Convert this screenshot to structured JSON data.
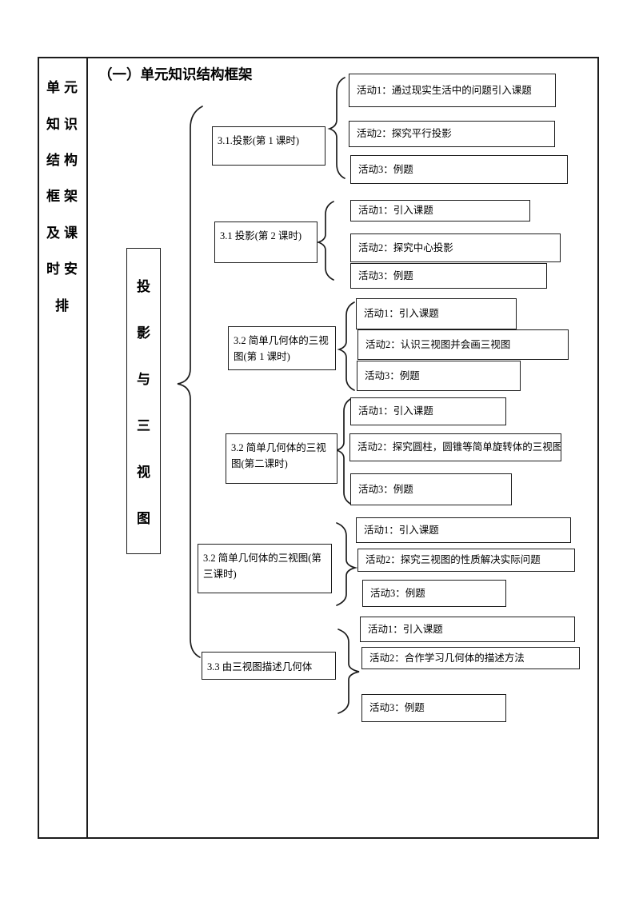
{
  "page": {
    "row_header": {
      "lines": [
        "单元",
        "知识",
        "结构",
        "框架",
        "及课",
        "时安",
        "排"
      ]
    },
    "section_title": "（一）单元知识结构框架",
    "theme": {
      "label": "投影与三视图",
      "chars": [
        "投",
        "影",
        "与",
        "三",
        "视",
        "图"
      ]
    },
    "groups": [
      {
        "label": "3.1.投影(第 1 课时)",
        "activities": [
          "活动1：通过现实生活中的问题引入课题",
          "活动2：探究平行投影",
          "活动3：例题"
        ]
      },
      {
        "label": "3.1 投影(第 2 课时)",
        "activities": [
          "活动1：引入课题",
          "活动2：探究中心投影",
          "活动3：例题"
        ]
      },
      {
        "label": "3.2 简单几何体的三视图(第 1 课时)",
        "activities": [
          "活动1：引入课题",
          "活动2：认识三视图并会画三视图",
          "活动3：例题"
        ]
      },
      {
        "label": "3.2 简单几何体的三视图(第二课时)",
        "activities": [
          "活动1：引入课题",
          "活动2：探究圆柱，圆锥等简单旋转体的三视图",
          "活动3：例题"
        ]
      },
      {
        "label": "3.2 简单几何体的三视图(第三课时)",
        "activities": [
          "活动1：引入课题",
          "活动2：探究三视图的性质解决实际问题",
          "活动3：例题"
        ]
      },
      {
        "label": "3.3 由三视图描述几何体",
        "activities": [
          "活动1：引入课题",
          "活动2：合作学习几何体的描述方法",
          "活动3：例题"
        ]
      }
    ]
  },
  "colors": {
    "border": "#1c1c1c",
    "background": "#ffffff",
    "text": "#000000"
  }
}
